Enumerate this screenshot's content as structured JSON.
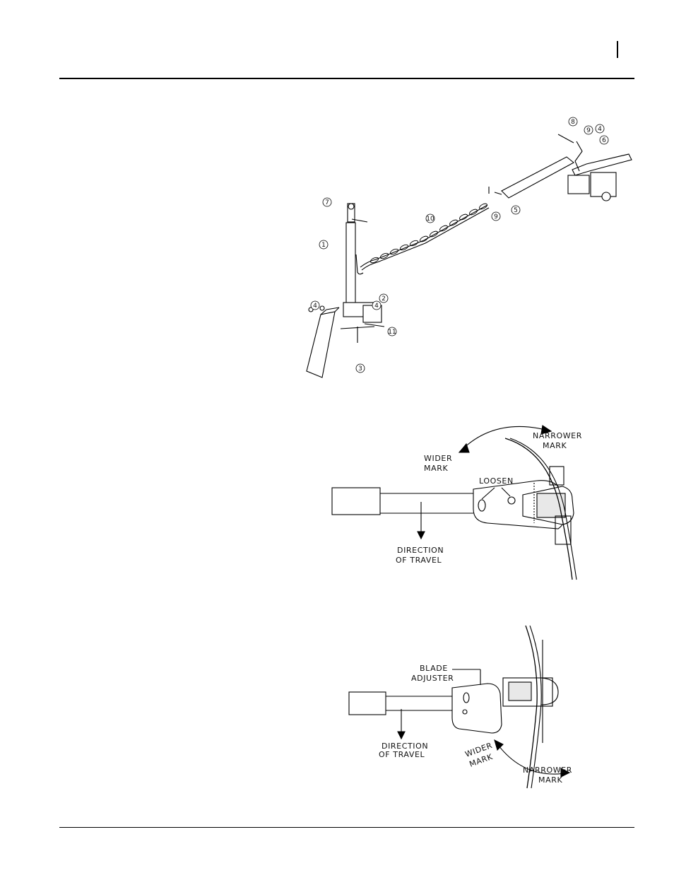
{
  "figure1": {
    "callouts": [
      "1",
      "2",
      "3",
      "4",
      "4",
      "4",
      "5",
      "6",
      "7",
      "8",
      "9",
      "9",
      "10",
      "11"
    ]
  },
  "figure2": {
    "narrower_line1": "NARROWER",
    "narrower_line2": "MARK",
    "wider_line1": "WIDER",
    "wider_line2": "MARK",
    "loosen": "LOOSEN",
    "direction_line1": "DIRECTION",
    "direction_line2": "OF TRAVEL"
  },
  "figure3": {
    "adjuster_line1": "BLADE",
    "adjuster_line2": "ADJUSTER",
    "direction_line1": "DIRECTION",
    "direction_line2": "OF TRAVEL",
    "wider_line1": "WIDER",
    "wider_line2": "MARK",
    "narrower_line1": "NARROWER",
    "narrower_line2": "MARK"
  }
}
